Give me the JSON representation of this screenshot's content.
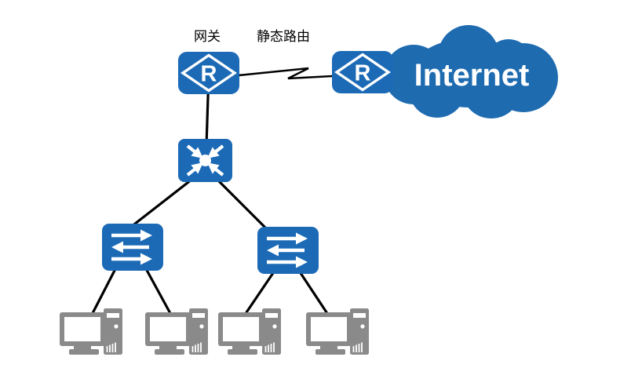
{
  "diagram": {
    "type": "network-topology",
    "labels": {
      "gateway": "网关",
      "static_route": "静态路由",
      "internet": "Internet",
      "router_letter": "R"
    },
    "nodes": [
      {
        "id": "gateway-router",
        "kind": "router",
        "label": "网关"
      },
      {
        "id": "internet-router",
        "kind": "router"
      },
      {
        "id": "internet-cloud",
        "kind": "cloud",
        "label": "Internet"
      },
      {
        "id": "core-switch",
        "kind": "aggregation-switch"
      },
      {
        "id": "access-switch-left",
        "kind": "switch"
      },
      {
        "id": "access-switch-right",
        "kind": "switch"
      },
      {
        "id": "pc-1",
        "kind": "pc"
      },
      {
        "id": "pc-2",
        "kind": "pc"
      },
      {
        "id": "pc-3",
        "kind": "pc"
      },
      {
        "id": "pc-4",
        "kind": "pc"
      }
    ],
    "links": [
      {
        "from": "gateway-router",
        "to": "internet-router",
        "style": "zigzag",
        "label": "静态路由"
      },
      {
        "from": "gateway-router",
        "to": "core-switch",
        "style": "line"
      },
      {
        "from": "core-switch",
        "to": "access-switch-left",
        "style": "line"
      },
      {
        "from": "core-switch",
        "to": "access-switch-right",
        "style": "line"
      },
      {
        "from": "access-switch-left",
        "to": "pc-1",
        "style": "line"
      },
      {
        "from": "access-switch-left",
        "to": "pc-2",
        "style": "line"
      },
      {
        "from": "access-switch-right",
        "to": "pc-3",
        "style": "line"
      },
      {
        "from": "access-switch-right",
        "to": "pc-4",
        "style": "line"
      }
    ],
    "colors": {
      "device_blue": "#1c6ab6",
      "cloud_blue": "#1e6bb0",
      "pc_gray": "#8a8a8a",
      "link_color": "#000000",
      "icon_detail": "#ffffff",
      "label_color": "#000000",
      "bg": "#ffffff"
    }
  }
}
